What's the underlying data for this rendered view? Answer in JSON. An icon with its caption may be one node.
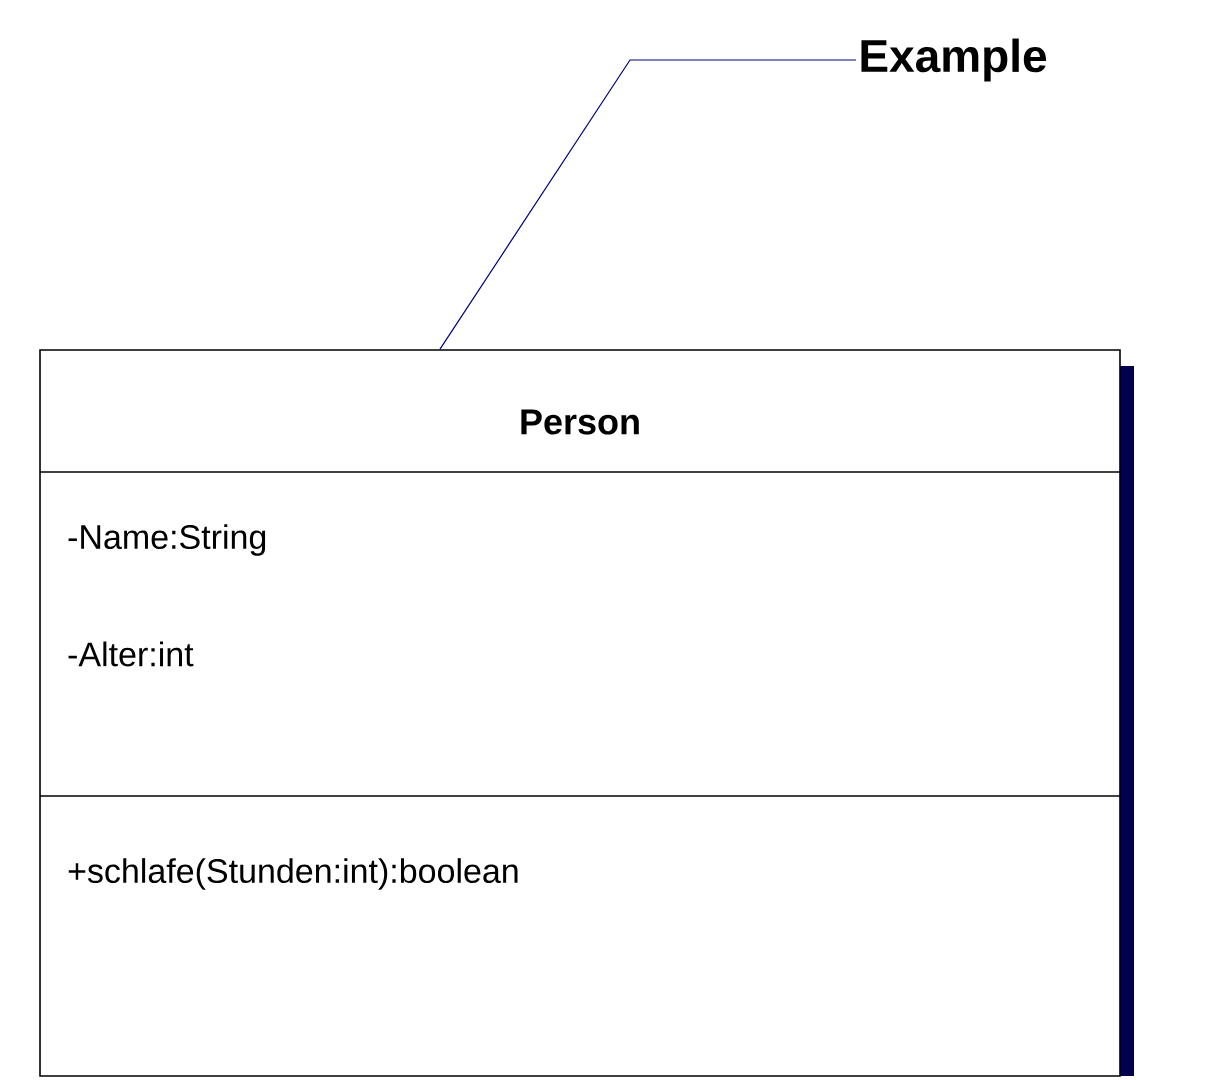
{
  "diagram": {
    "nodes": [
      {
        "text": [
          "Example"
        ]
      },
      {
        "text": [
          "Person",
          "-Name:String",
          "-Alter:int",
          "+schlafe(Stunden:int):boolean"
        ]
      }
    ],
    "edges": [
      {
        "from": 0,
        "to": 1,
        "arrow": "none",
        "color": "#000080"
      }
    ]
  }
}
